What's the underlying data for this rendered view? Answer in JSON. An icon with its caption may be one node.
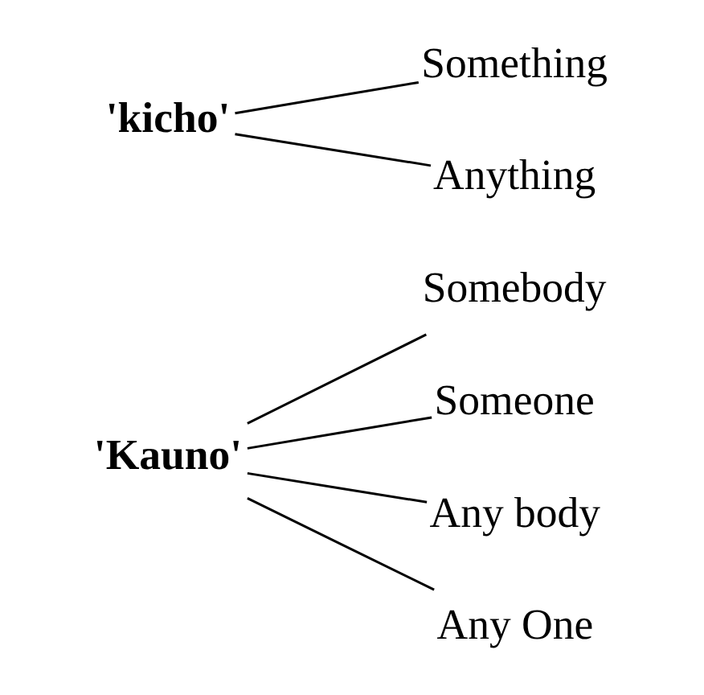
{
  "diagram": {
    "nodes": [
      {
        "text": [
          "'Kauno'"
        ]
      },
      {
        "text": [
          "Somebody"
        ]
      },
      {
        "text": [
          "Someone"
        ]
      },
      {
        "text": [
          "Any body"
        ]
      },
      {
        "text": [
          "Any One"
        ]
      },
      {
        "text": [
          "'kicho'"
        ]
      },
      {
        "text": [
          "Something"
        ]
      },
      {
        "text": [
          "Anything"
        ]
      }
    ],
    "edges": [
      {
        "from": 0,
        "to": 1,
        "arrow": "none"
      },
      {
        "from": 0,
        "to": 2,
        "arrow": "none"
      },
      {
        "from": 0,
        "to": 3,
        "arrow": "none"
      },
      {
        "from": 0,
        "to": 4,
        "arrow": "none"
      },
      {
        "from": 5,
        "to": 6,
        "arrow": "none"
      },
      {
        "from": 5,
        "to": 7,
        "arrow": "none"
      }
    ]
  }
}
